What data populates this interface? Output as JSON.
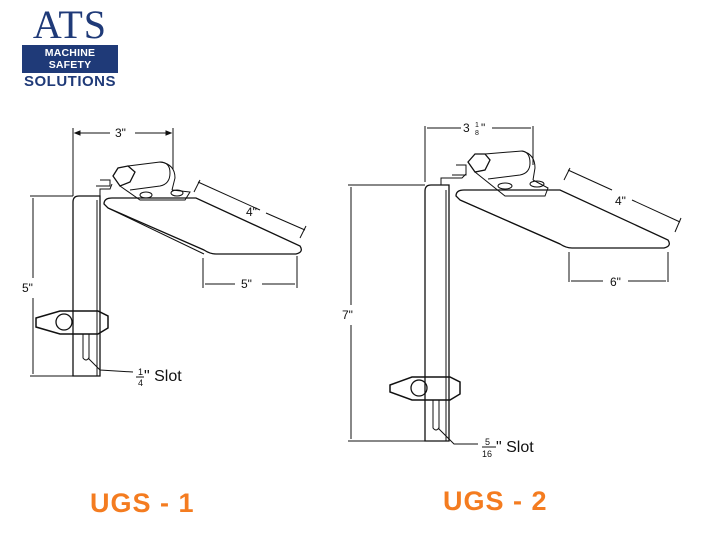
{
  "logo": {
    "title": "ATS",
    "band": "MACHINE SAFETY",
    "subtitle": "SOLUTIONS",
    "color": "#1f3a78"
  },
  "models": [
    {
      "name": "UGS-1",
      "label": "UGS - 1",
      "dimensions": {
        "top_width": "3\"",
        "height": "5\"",
        "plate_length": "4\"",
        "plate_horizontal": "5\"",
        "slot": "1/4\" Slot",
        "slot_num": "1",
        "slot_den": "4",
        "slot_suffix": "\" Slot"
      }
    },
    {
      "name": "UGS-2",
      "label": "UGS - 2",
      "dimensions": {
        "top_width": "3 1/8\"",
        "top_width_whole": "3",
        "top_width_num": "1",
        "top_width_den": "8",
        "height": "7\"",
        "plate_length": "4\"",
        "plate_horizontal": "6\"",
        "slot": "5/16\" Slot",
        "slot_num": "5",
        "slot_den": "16",
        "slot_suffix": "\" Slot"
      }
    }
  ],
  "colors": {
    "label": "#f47c20",
    "line": "#111111"
  }
}
